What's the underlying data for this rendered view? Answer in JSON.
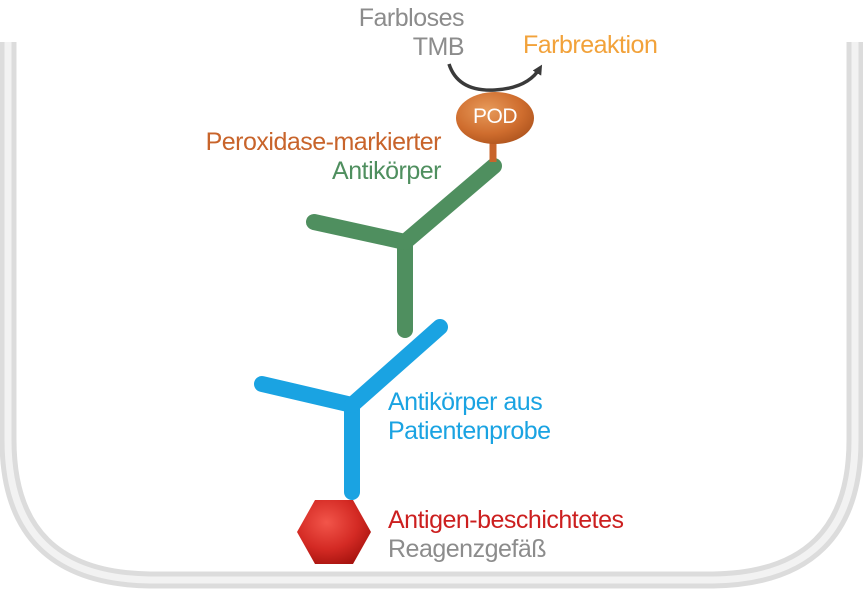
{
  "labels": {
    "substrate_line1": "Farbloses",
    "substrate_line2": "TMB",
    "reaction": "Farbreaktion",
    "enzyme": "POD",
    "secondary_line1": "Peroxidase-markierter",
    "secondary_line2": "Antikörper",
    "primary_line1": "Antikörper aus",
    "primary_line2": "Patientenprobe",
    "antigen_line1": "Antigen-beschichtetes",
    "antigen_line2": "Reagenzgefäß"
  },
  "colors": {
    "vessel": "#e6e6e6",
    "gray_text": "#8c8c8c",
    "reaction_orange": "#f2a23a",
    "pod_orange": "#c8642b",
    "secondary_green": "#4f8f5f",
    "primary_blue": "#1aa3e2",
    "antigen_red": "#cc1f1f",
    "arrow": "#3a3a3a"
  }
}
